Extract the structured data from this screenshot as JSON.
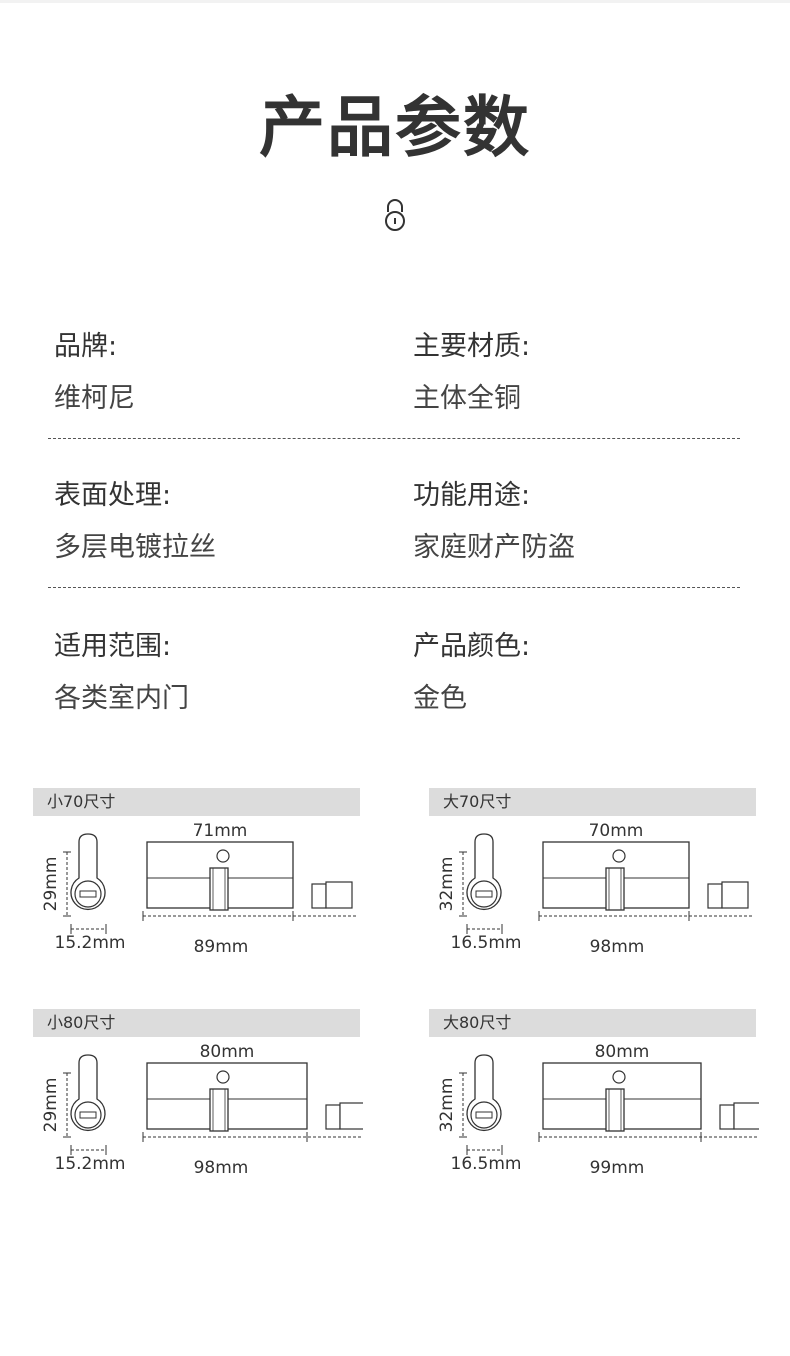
{
  "header": {
    "title": "产品参数",
    "icon": "lock-icon"
  },
  "specs": [
    {
      "label": "品牌:",
      "value": "维柯尼"
    },
    {
      "label": "主要材质:",
      "value": "主体全铜"
    },
    {
      "label": "表面处理:",
      "value": "多层电镀拉丝"
    },
    {
      "label": "功能用途:",
      "value": "家庭财产防盗"
    },
    {
      "label": "适用范围:",
      "value": "各类室内门"
    },
    {
      "label": "产品颜色:",
      "value": "金色"
    }
  ],
  "dimensions": [
    {
      "title": "小70尺寸",
      "height": "29mm",
      "face_width": "15.2mm",
      "top_length": "71mm",
      "total_length": "89mm"
    },
    {
      "title": "大70尺寸",
      "height": "32mm",
      "face_width": "16.5mm",
      "top_length": "70mm",
      "total_length": "98mm"
    },
    {
      "title": "小80尺寸",
      "height": "29mm",
      "face_width": "15.2mm",
      "top_length": "80mm",
      "total_length": "98mm"
    },
    {
      "title": "大80尺寸",
      "height": "32mm",
      "face_width": "16.5mm",
      "top_length": "80mm",
      "total_length": "99mm"
    }
  ]
}
